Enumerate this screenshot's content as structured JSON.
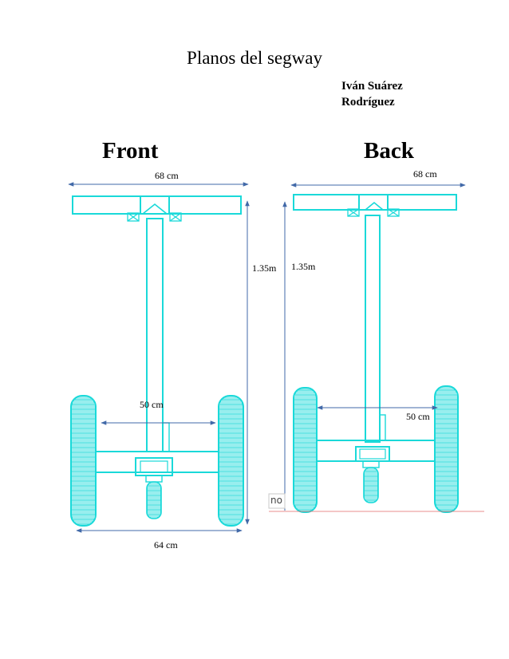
{
  "title": "Planos del segway",
  "author": {
    "line1": "Iván  Suárez",
    "line2": "Rodríguez"
  },
  "views": {
    "front": {
      "label": "Front",
      "handlebar_width": "68 cm",
      "height": "1.35m",
      "axle_gap": "50 cm",
      "wheel_span": "64 cm"
    },
    "back": {
      "label": "Back",
      "handlebar_width": "68 cm",
      "height": "1.35m",
      "axle_gap": "50 cm",
      "stray_text": "no"
    }
  },
  "colors": {
    "frame": "#1ad9d9",
    "dimension": "#4169a8",
    "baseline": "#e06666"
  }
}
